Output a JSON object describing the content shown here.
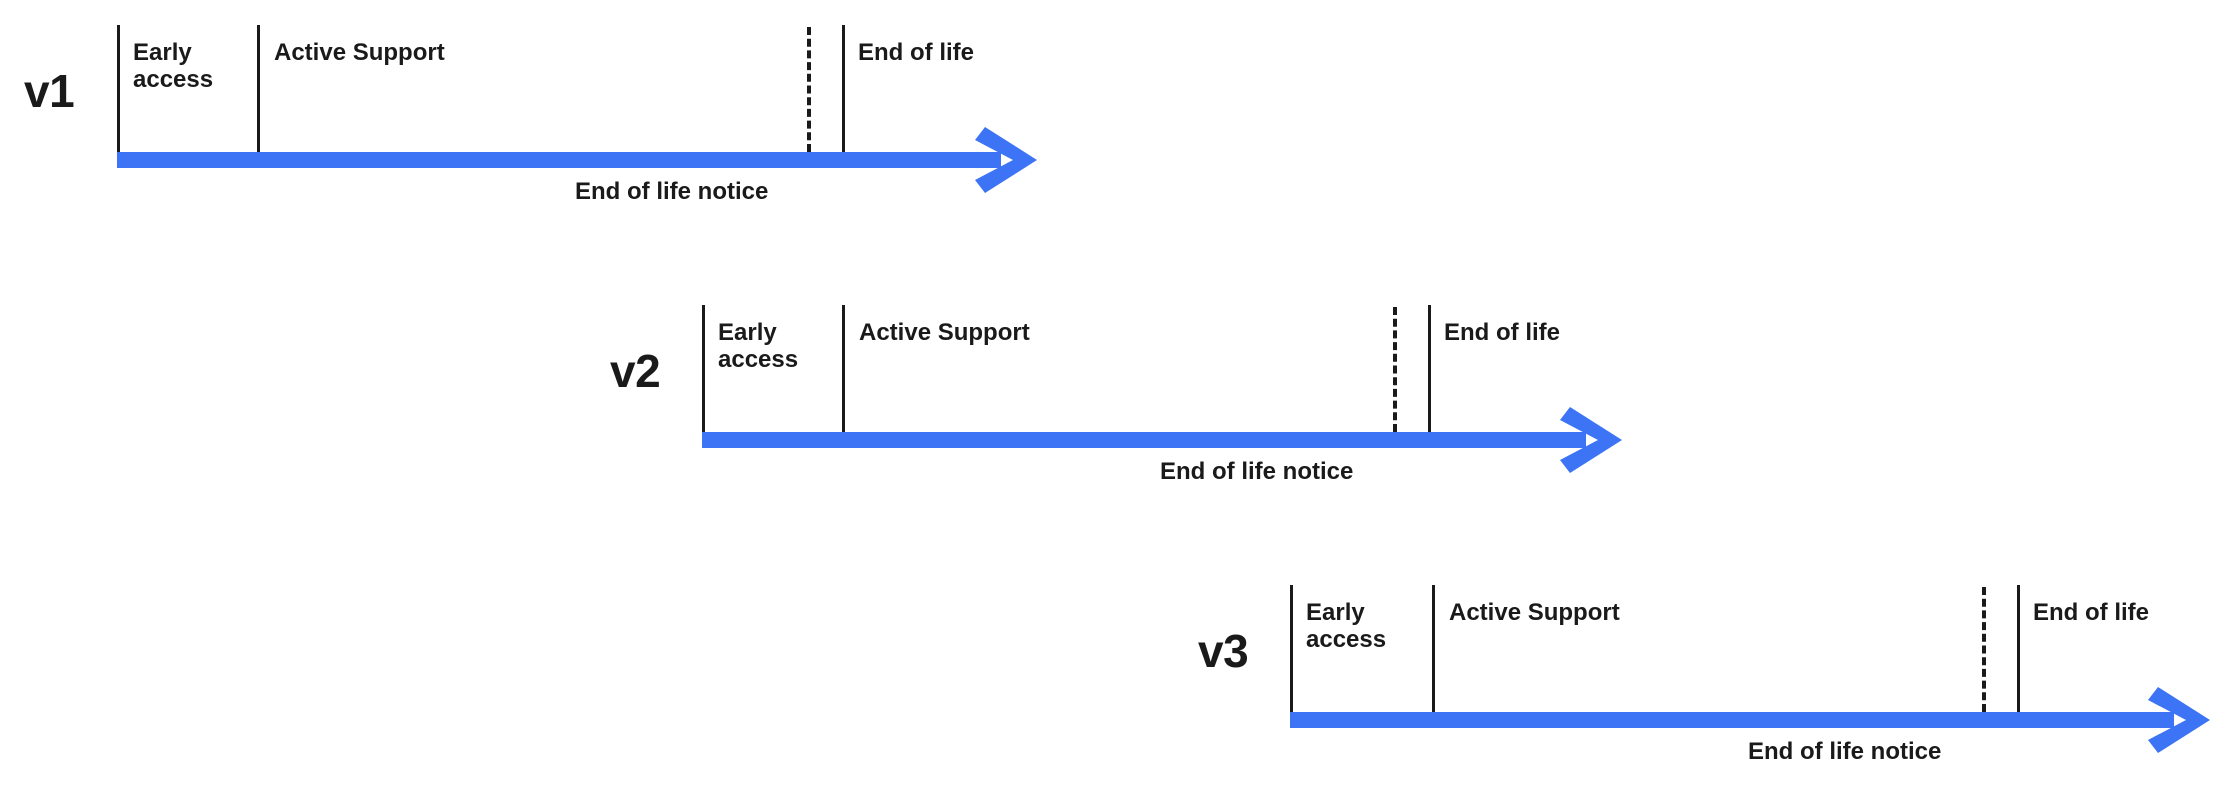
{
  "diagram": {
    "title": "Version lifecycle timeline",
    "accent_color": "#3d73f5",
    "text_color": "#1a1a1a",
    "background_color": "#ffffff"
  },
  "rows": [
    {
      "version_label": "v1",
      "phases": [
        {
          "label": "Early\naccess"
        },
        {
          "label": "Active Support"
        },
        {
          "label": "End of life"
        }
      ],
      "notice_label": "End of life notice"
    },
    {
      "version_label": "v2",
      "phases": [
        {
          "label": "Early\naccess"
        },
        {
          "label": "Active Support"
        },
        {
          "label": "End of life"
        }
      ],
      "notice_label": "End of life notice"
    },
    {
      "version_label": "v3",
      "phases": [
        {
          "label": "Early\naccess"
        },
        {
          "label": "Active Support"
        },
        {
          "label": "End of life"
        }
      ],
      "notice_label": "End of life notice"
    }
  ]
}
